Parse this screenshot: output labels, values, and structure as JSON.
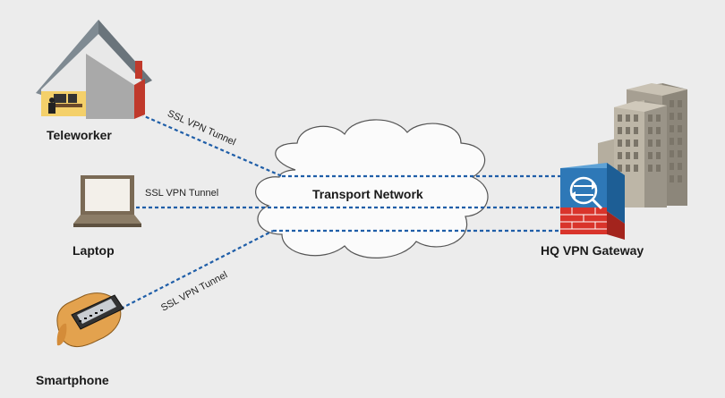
{
  "diagram": {
    "nodes": {
      "teleworker": "Teleworker",
      "laptop": "Laptop",
      "smartphone": "Smartphone",
      "gateway": "HQ VPN Gateway",
      "network": "Transport Network"
    },
    "tunnels": [
      "SSL VPN Tunnel",
      "SSL VPN Tunnel",
      "SSL VPN Tunnel"
    ],
    "icons": [
      "house-icon",
      "laptop-icon",
      "smartphone-icon",
      "cloud-icon",
      "building-icon",
      "vpn-gateway-icon"
    ],
    "colors": {
      "tunnel_line": "#1f5ea8",
      "gateway_blue": "#2e78b7",
      "firewall_red": "#d9342b",
      "building": "#b8b1a3"
    }
  }
}
